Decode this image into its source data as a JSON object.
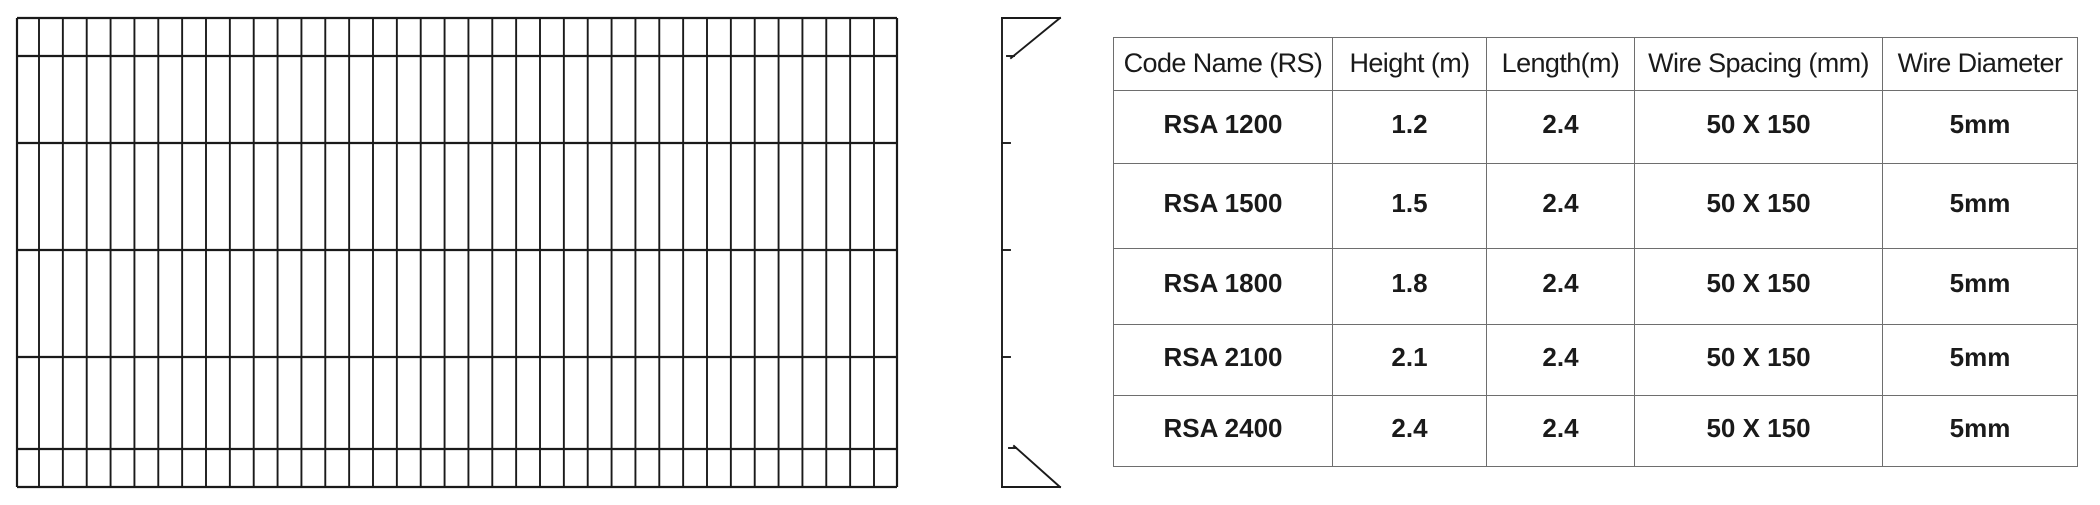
{
  "drawing": {
    "front_view": {
      "label": "fence-panel-front-view",
      "vertical_wire_count": 38,
      "horizontal_wire_count": 7,
      "line_color": "#1a1a1a"
    },
    "side_view": {
      "label": "fence-panel-side-profile",
      "fold_count": 4,
      "line_color": "#1a1a1a"
    }
  },
  "spec_table": {
    "border_color": "#6e6e6e",
    "headers": [
      "Code Name (RS)",
      "Height (m)",
      "Length(m)",
      "Wire Spacing (mm)",
      "Wire Diameter"
    ],
    "rows": [
      [
        "RSA 1200",
        "1.2",
        "2.4",
        "50 X 150",
        "5mm"
      ],
      [
        "RSA 1500",
        "1.5",
        "2.4",
        "50 X 150",
        "5mm"
      ],
      [
        "RSA 1800",
        "1.8",
        "2.4",
        "50 X 150",
        "5mm"
      ],
      [
        "RSA 2100",
        "2.1",
        "2.4",
        "50 X 150",
        "5mm"
      ],
      [
        "RSA 2400",
        "2.4",
        "2.4",
        "50 X 150",
        "5mm"
      ]
    ]
  }
}
